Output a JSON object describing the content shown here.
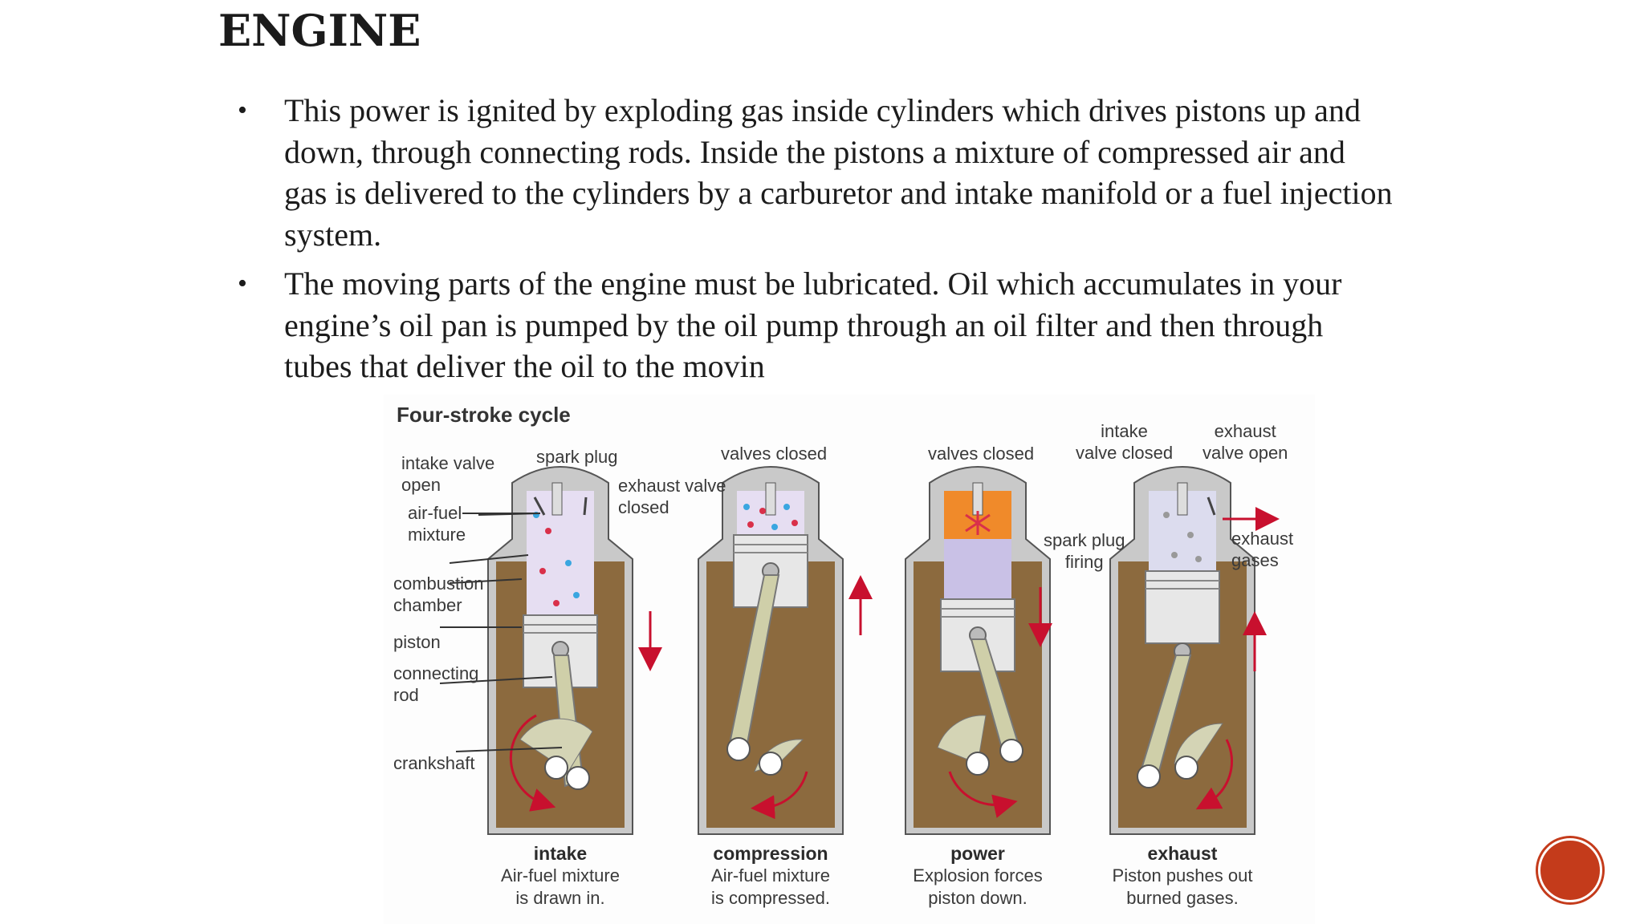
{
  "slide": {
    "title": "ENGINE",
    "bullets": [
      "This power is ignited by exploding gas inside cylinders which drives pistons up and down, through connecting rods. Inside the pistons a mixture of compressed air and gas is delivered to the cylinders by a carburetor and intake manifold or a fuel injection system.",
      " The moving parts of the engine must be lubricated. Oil which accumulates in your engine’s oil pan is pumped by the oil pump through an oil filter and then through tubes that deliver the oil to the movin"
    ],
    "bullet_glyph": "•"
  },
  "figure": {
    "title": "Four-stroke cycle",
    "labels": {
      "intake_valve_open": "intake valve\nopen",
      "spark_plug": "spark plug",
      "exhaust_valve_closed": "exhaust valve\nclosed",
      "air_fuel_mixture": "air-fuel\nmixture",
      "combustion_chamber": "combustion\nchamber",
      "piston": "piston",
      "connecting_rod": "connecting\nrod",
      "crankshaft": "crankshaft",
      "valves_closed_1": "valves closed",
      "valves_closed_2": "valves closed",
      "spark_plug_firing": "spark plug\nfiring",
      "intake_valve_closed": "intake\nvalve closed",
      "exhaust_valve_open": "exhaust\nvalve open",
      "exhaust_gases": "exhaust\ngases"
    },
    "stages": [
      {
        "name": "intake",
        "desc": "Air-fuel mixture\nis drawn in."
      },
      {
        "name": "compression",
        "desc": "Air-fuel mixture\nis compressed."
      },
      {
        "name": "power",
        "desc": "Explosion forces\npiston down."
      },
      {
        "name": "exhaust",
        "desc": "Piston pushes out\nburned gases."
      }
    ],
    "colors": {
      "crankcase": "#8c6a3e",
      "cylinder_wall": "#c9c9c9",
      "piston": "#e7e7e7",
      "rod": "#cfcfa9",
      "arrow_red": "#c8102e",
      "fire": "#f08a2a",
      "dot_red": "#d9304a",
      "dot_blue": "#3aa6e0"
    }
  },
  "nav": {
    "icon": "next-slide-icon",
    "color": "#c43b1b"
  }
}
